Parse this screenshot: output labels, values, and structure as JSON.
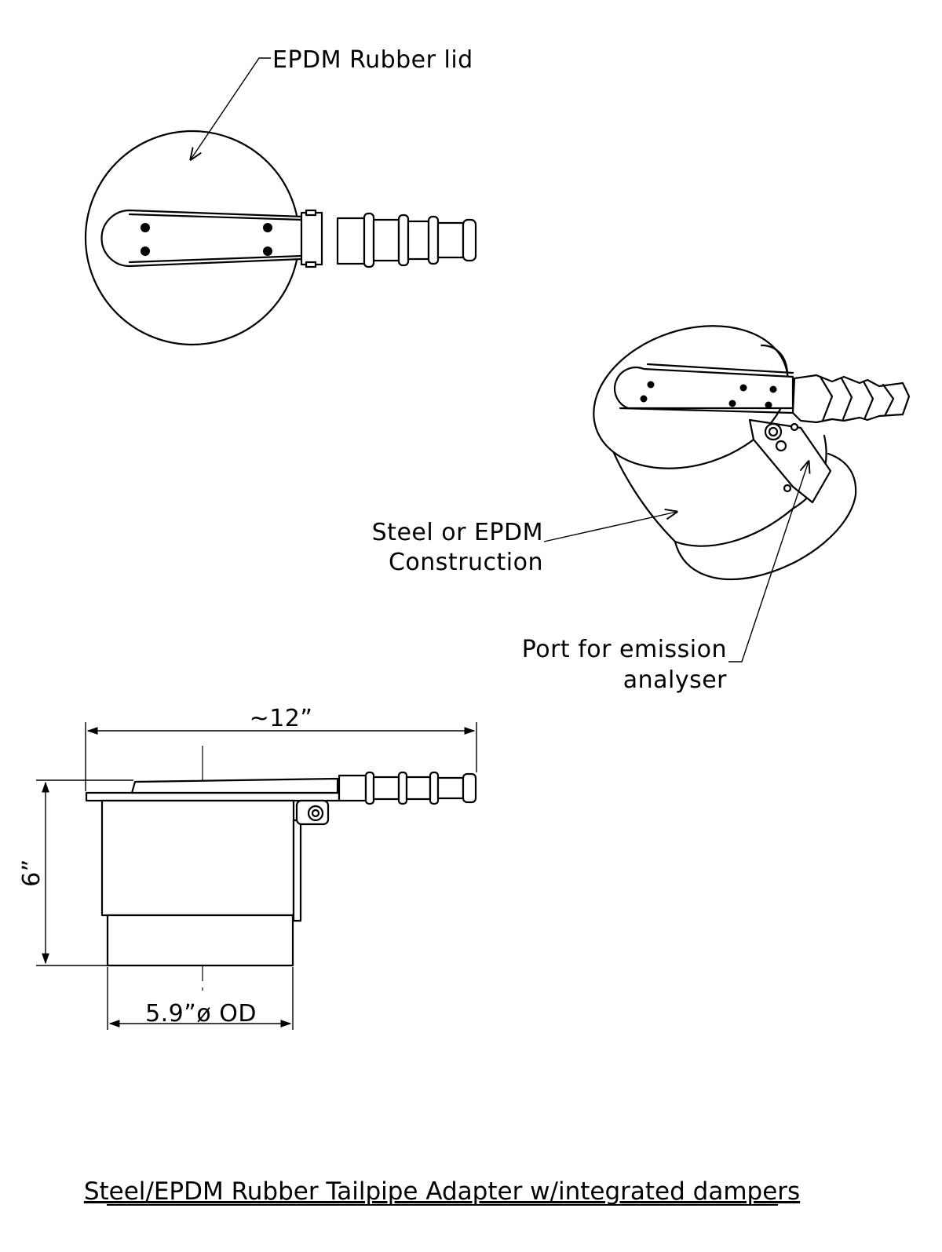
{
  "title": "Steel/EPDM Rubber Tailpipe Adapter w/integrated dampers",
  "callouts": {
    "rubber_lid": "EPDM Rubber lid",
    "construction_line1": "Steel or EPDM",
    "construction_line2": "Construction",
    "port_line1": "Port for emission",
    "port_line2": "analyser"
  },
  "dimensions": {
    "length": "~12”",
    "height": "6”",
    "diameter": "5.9”ø OD"
  }
}
